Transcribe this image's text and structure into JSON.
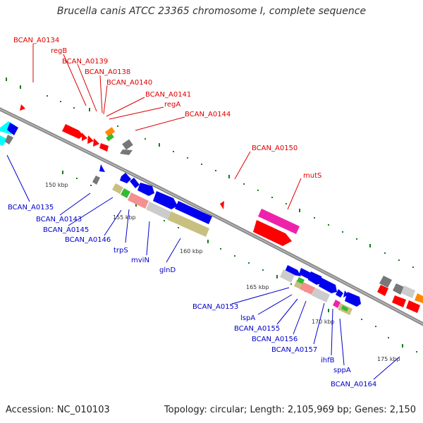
{
  "title": "Brucella canis ATCC 23365 chromosome I, complete sequence",
  "accession": "Accession: NC_010103",
  "topology": "Topology: circular; Length: 2,105,969 bp; Genes: 2,150",
  "colors": {
    "backbone": "#888888",
    "tick": "#1a7a1a",
    "top_label": "#dd0000",
    "bottom_label": "#0000cc",
    "red": "#ff0000",
    "blue": "#0000ee",
    "cyan": "#00ffff",
    "gray": "#777777",
    "light_gray": "#cccccc",
    "olive": "#c8c080",
    "green": "#33bb33",
    "salmon": "#f59090",
    "pink": "#ee22aa",
    "orange": "#ff8800"
  },
  "kbp_labels": [
    "150 kbp",
    "155 kbp",
    "160 kbp",
    "165 kbp",
    "170 kbp",
    "175 kbp"
  ],
  "top_genes": [
    "BCAN_A0134",
    "regB",
    "BCAN_A0139",
    "BCAN_A0138",
    "BCAN_A0140",
    "BCAN_A0141",
    "regA",
    "BCAN_A0144",
    "BCAN_A0150",
    "mutS"
  ],
  "bottom_genes": [
    "BCAN_A0135",
    "BCAN_A0143",
    "BCAN_A0145",
    "BCAN_A0146",
    "trpS",
    "mviN",
    "glnD",
    "BCAN_A0153",
    "lspA",
    "BCAN_A0155",
    "BCAN_A0156",
    "BCAN_A0157",
    "ihfB",
    "sppA",
    "BCAN_A0164"
  ]
}
